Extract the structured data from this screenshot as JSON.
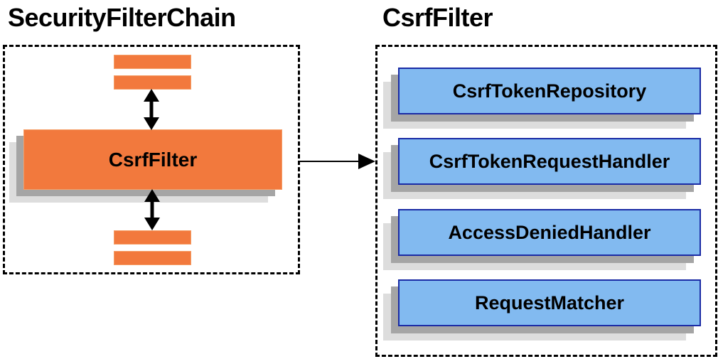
{
  "left_group": {
    "title": "SecurityFilterChain",
    "filter_box_label": "CsrfFilter"
  },
  "right_group": {
    "title": "CsrfFilter",
    "components": [
      "CsrfTokenRepository",
      "CsrfTokenRequestHandler",
      "AccessDeniedHandler",
      "RequestMatcher"
    ]
  },
  "colors": {
    "orange_fill": "#F2793D",
    "blue_fill": "#82BAF0",
    "blue_border": "#1A2BA5",
    "shadow_dark": "#A5A5A5",
    "shadow_light": "#DDDDDD",
    "dashed_border": "#000000",
    "arrow": "#000000",
    "text": "#000000"
  }
}
